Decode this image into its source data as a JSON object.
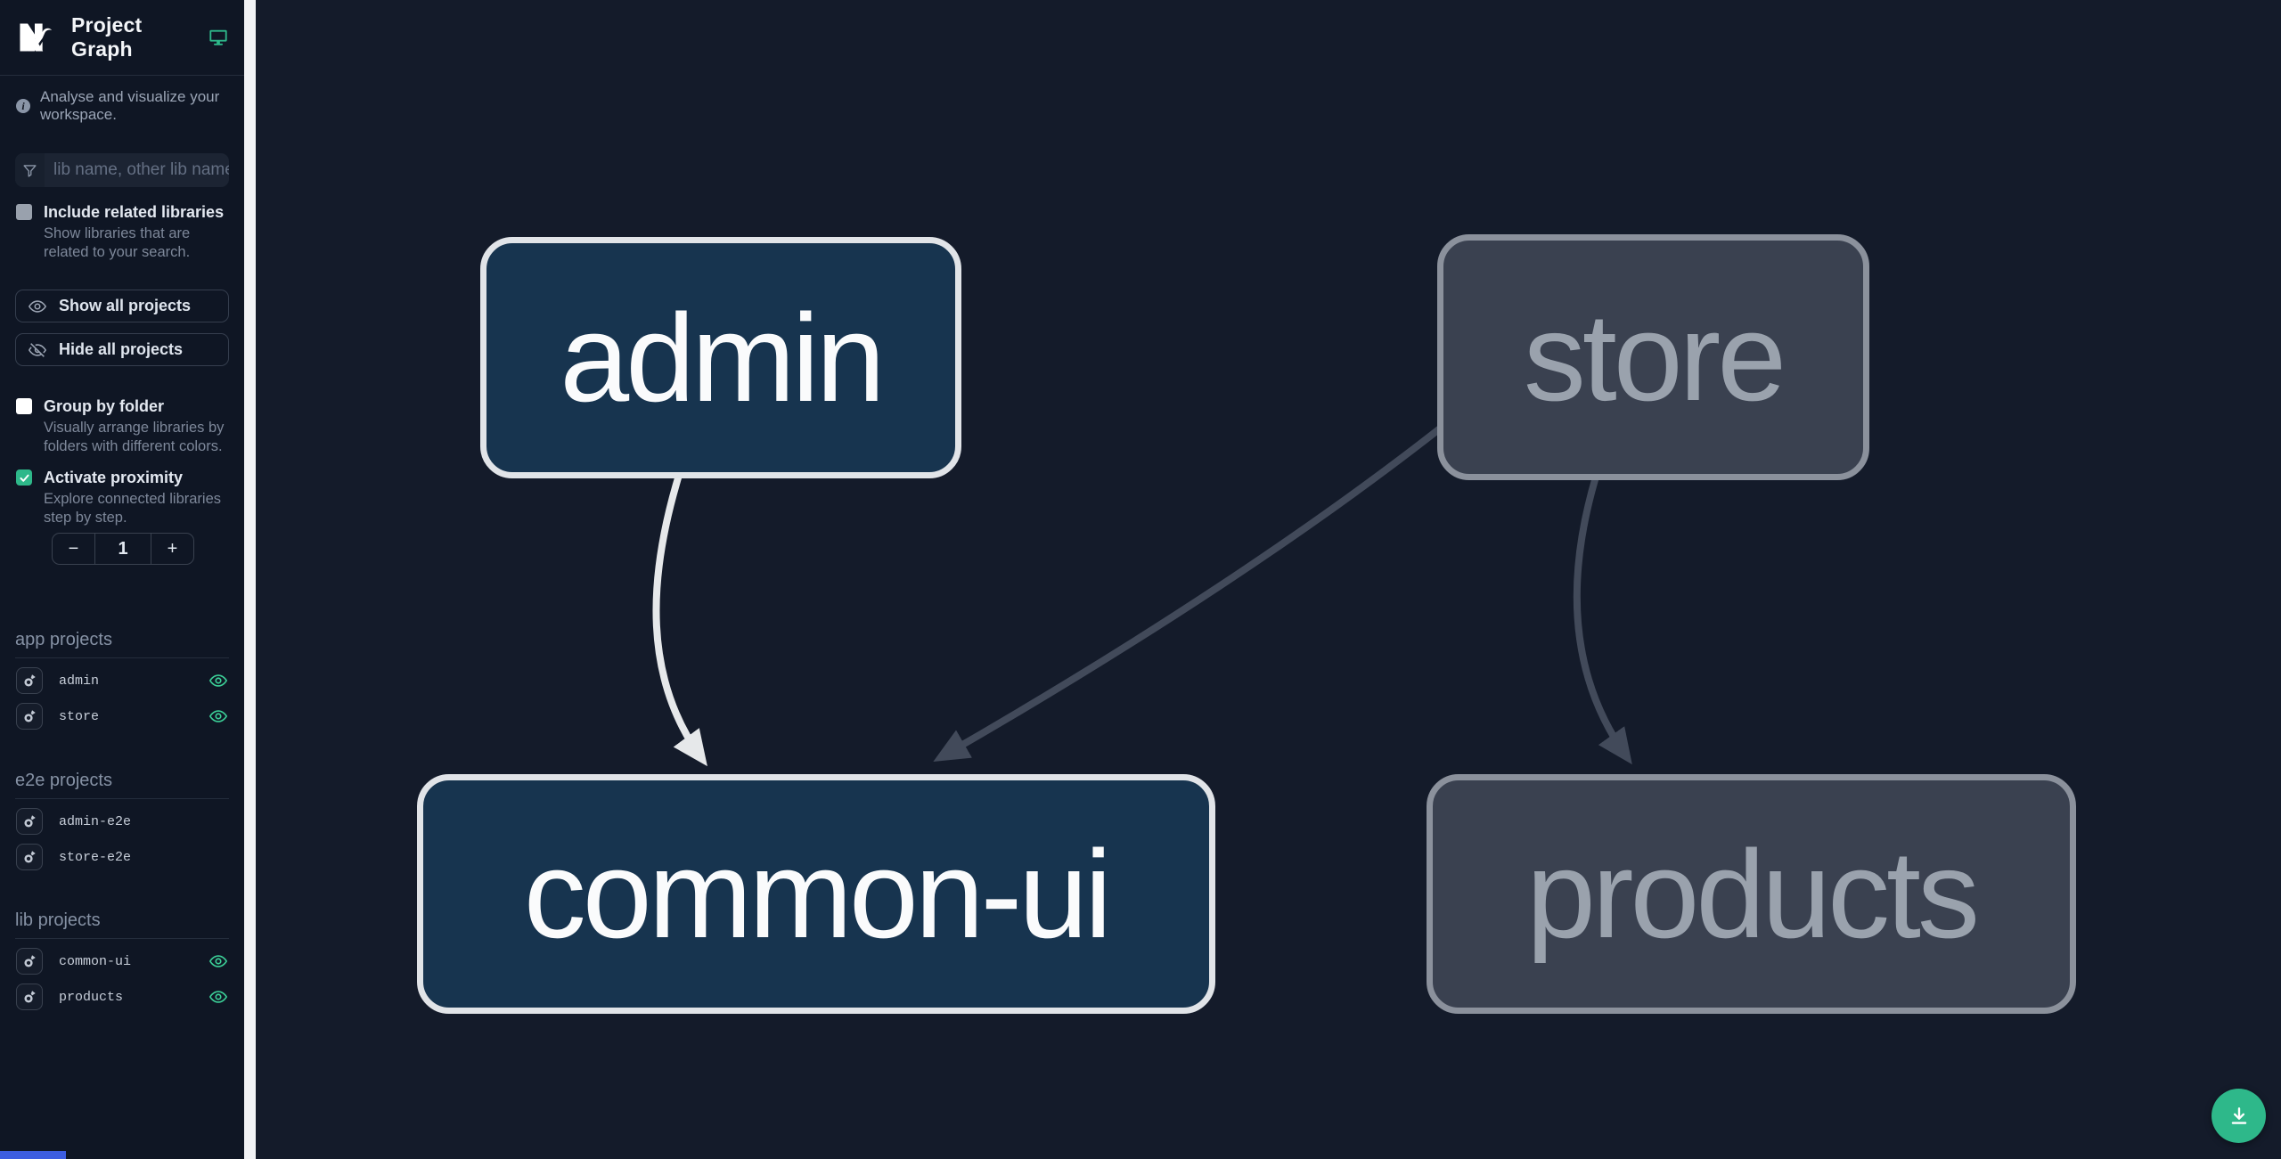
{
  "header": {
    "title": "Project Graph"
  },
  "sidebar": {
    "tagline": "Analyse and visualize your workspace.",
    "filter": {
      "placeholder": "lib name, other lib name"
    },
    "checkboxes": {
      "include_related": {
        "label": "Include related libraries",
        "description": "Show libraries that are related to your search.",
        "checked": false
      },
      "group_by_folder": {
        "label": "Group by folder",
        "description": "Visually arrange libraries by folders with different colors.",
        "checked": false
      },
      "activate_proximity": {
        "label": "Activate proximity",
        "description": "Explore connected libraries step by step.",
        "checked": true
      }
    },
    "buttons": {
      "show_all": "Show all projects",
      "hide_all": "Hide all projects"
    },
    "proximity_stepper": {
      "decrement": "−",
      "value": "1",
      "increment": "+"
    },
    "sections": [
      {
        "title": "app projects",
        "items": [
          {
            "name": "admin",
            "visible": true
          },
          {
            "name": "store",
            "visible": true
          }
        ]
      },
      {
        "title": "e2e projects",
        "items": [
          {
            "name": "admin-e2e",
            "visible": false
          },
          {
            "name": "store-e2e",
            "visible": false
          }
        ]
      },
      {
        "title": "lib projects",
        "items": [
          {
            "name": "common-ui",
            "visible": true
          },
          {
            "name": "products",
            "visible": true
          }
        ]
      }
    ]
  },
  "graph": {
    "nodes": [
      {
        "id": "admin",
        "label": "admin",
        "state": "focused"
      },
      {
        "id": "store",
        "label": "store",
        "state": "muted"
      },
      {
        "id": "common-ui",
        "label": "common-ui",
        "state": "focused"
      },
      {
        "id": "products",
        "label": "products",
        "state": "muted"
      }
    ],
    "edges": [
      {
        "source": "admin",
        "target": "common-ui",
        "state": "focused"
      },
      {
        "source": "store",
        "target": "common-ui",
        "state": "muted"
      },
      {
        "source": "store",
        "target": "products",
        "state": "muted"
      }
    ]
  },
  "colors": {
    "accent_teal": "#2eb88a",
    "eye_icon_teal": "#3bcd96",
    "focused_node_bg": "#17344f",
    "focused_node_border": "#e1e4e8",
    "muted_node_bg": "#3a4150",
    "muted_node_border": "#8b919c",
    "focused_edge": "#e6e8ea",
    "muted_edge": "#424a5a",
    "canvas_bg": "#141b2a",
    "sidebar_bg": "#0f1624",
    "scrollbar_thumb_blue": "#3c5de0"
  }
}
